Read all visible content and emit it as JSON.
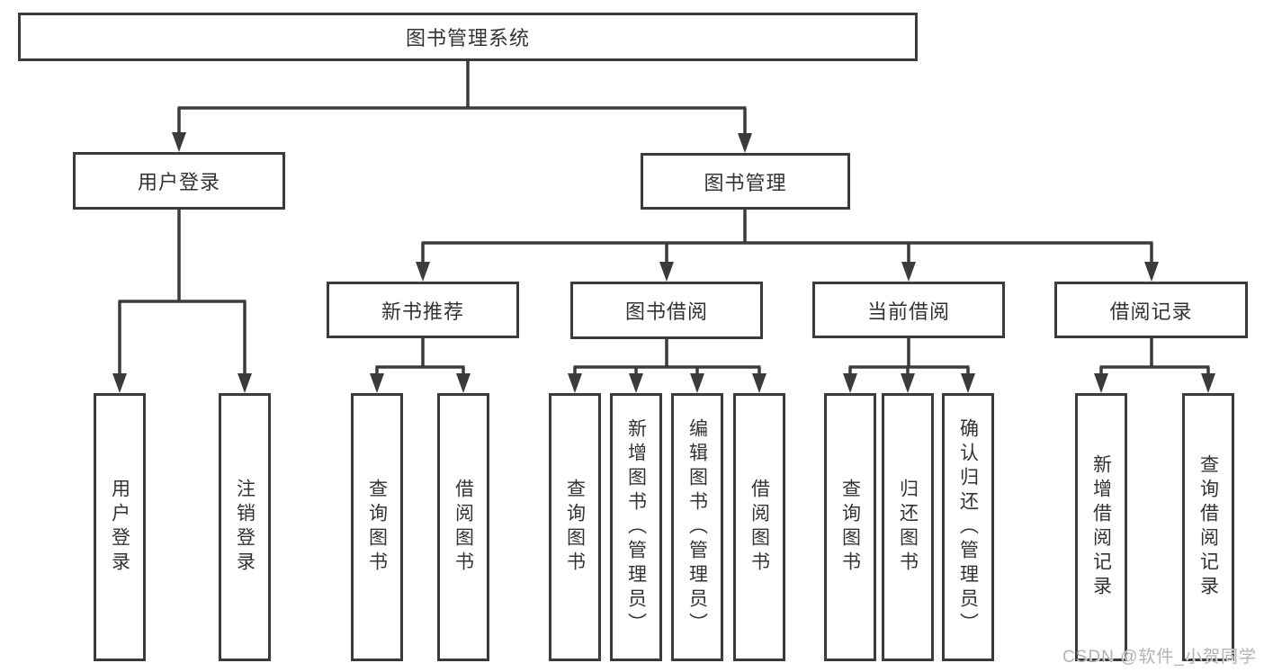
{
  "tree": {
    "label": "图书管理系统",
    "children": [
      {
        "label": "用户登录",
        "children": [
          {
            "label": "用户登录"
          },
          {
            "label": "注销登录"
          }
        ]
      },
      {
        "label": "图书管理",
        "children": [
          {
            "label": "新书推荐",
            "children": [
              {
                "label": "查询图书"
              },
              {
                "label": "借阅图书"
              }
            ]
          },
          {
            "label": "图书借阅",
            "children": [
              {
                "label": "查询图书"
              },
              {
                "label": "新增图书（管理员）"
              },
              {
                "label": "编辑图书（管理员）"
              },
              {
                "label": "借阅图书"
              }
            ]
          },
          {
            "label": "当前借阅",
            "children": [
              {
                "label": "查询图书"
              },
              {
                "label": "归还图书"
              },
              {
                "label": "确认归还（管理员）"
              }
            ]
          },
          {
            "label": "借阅记录",
            "children": [
              {
                "label": "新增借阅记录"
              },
              {
                "label": "查询借阅记录"
              }
            ]
          }
        ]
      }
    ]
  },
  "watermark": {
    "text": "CSDN @软件_小贺同学"
  },
  "colors": {
    "line": "#3b3b3b",
    "text": "#333333",
    "watermark": "#b2b2b2",
    "background": "#ffffff"
  }
}
